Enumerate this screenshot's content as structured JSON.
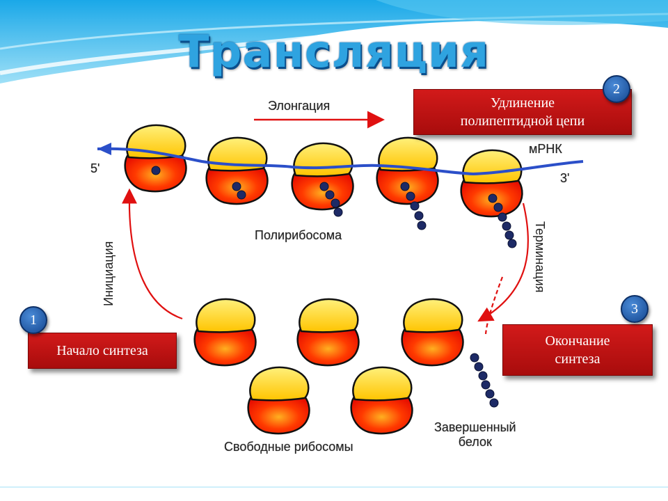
{
  "title": "Трансляция",
  "callouts": [
    {
      "number": "2",
      "text_line1": "Удлинение",
      "text_line2": "полипептидной цепи"
    },
    {
      "number": "1",
      "text_line1": "Начало синтеза",
      "text_line2": ""
    },
    {
      "number": "3",
      "text_line1": "Окончание",
      "text_line2": "синтеза"
    }
  ],
  "diagram": {
    "elongation": "Элонгация",
    "mrna": "мРНК",
    "end5": "5'",
    "end3": "3'",
    "polyribosome": "Полирибосома",
    "initiation": "Инициация",
    "termination": "Терминация",
    "free_ribosomes": "Свободные рибосомы",
    "finished_line1": "Завершенный",
    "finished_line2": "белок"
  },
  "colors": {
    "title": "#2fa3e0",
    "callout": "#c01010",
    "badge": "#1f5bb0",
    "ribosome_top": "#ffd21a",
    "ribosome_bottom": "#ff2a00",
    "arrow": "#e01010",
    "mrna": "#2b4fc9",
    "protein": "#1d2a66"
  },
  "icons": [
    "ribosome-icon",
    "protein-chain-icon",
    "arrow-icon"
  ]
}
